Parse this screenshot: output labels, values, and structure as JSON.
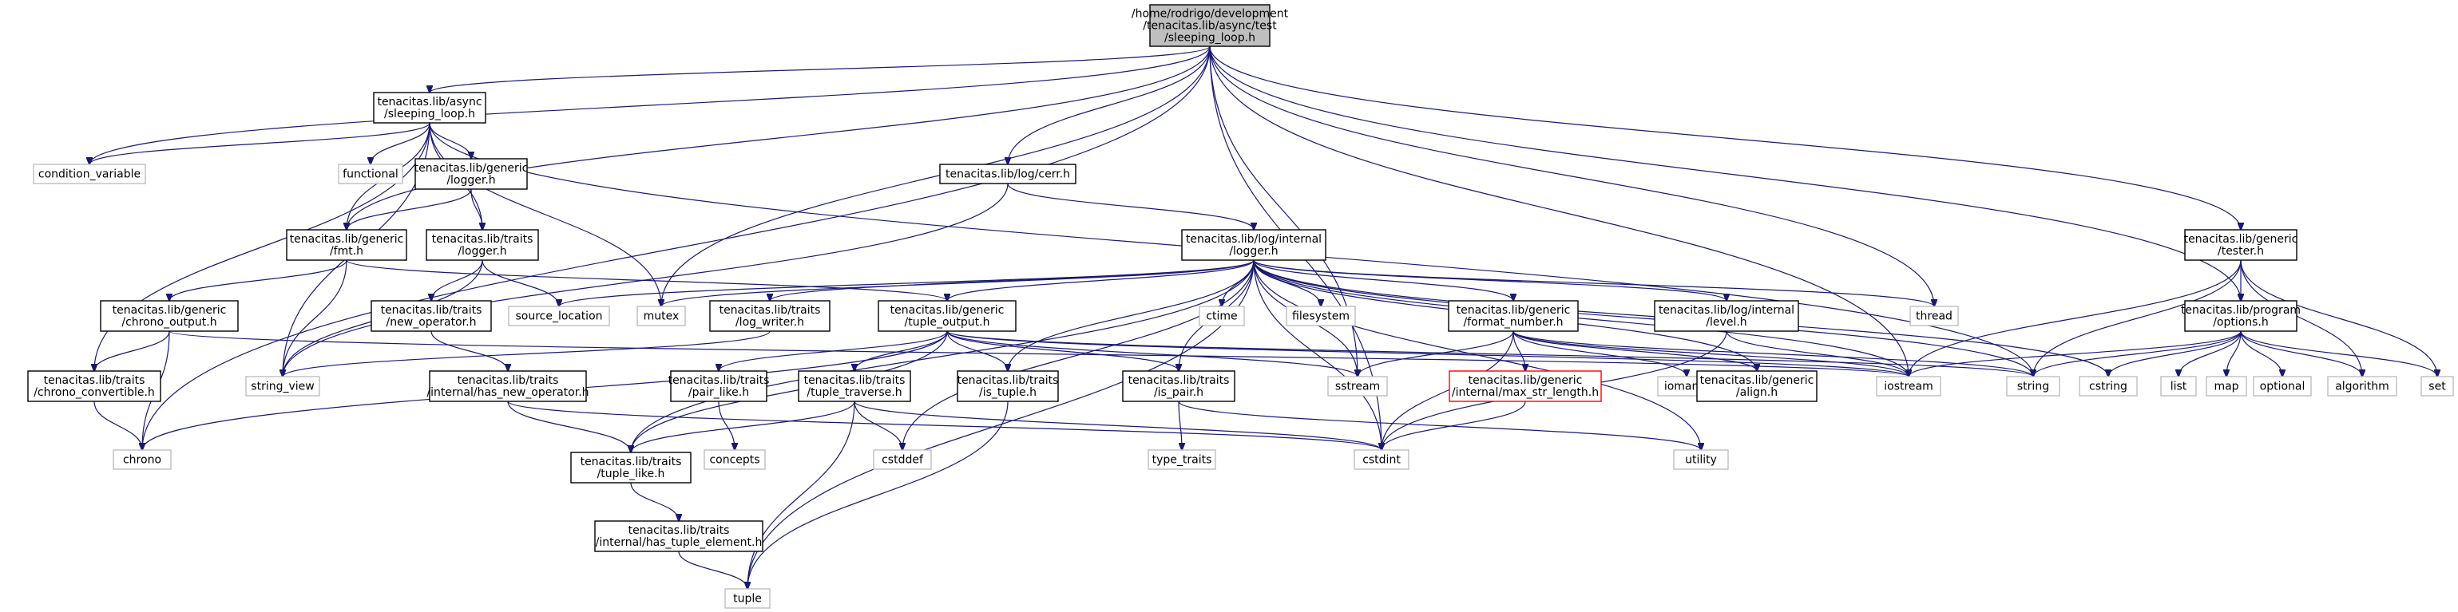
{
  "graph": {
    "colors": {
      "edge": "#191970",
      "root_fill": "#bfbfbf",
      "header_border": "#000000",
      "system_border": "#bfbfbf",
      "missing_border": "#ff0000",
      "text": "#000000"
    },
    "nodes": [
      {
        "id": "root",
        "lines": [
          "/home/rodrigo/development",
          "/tenacitas.lib/async/test",
          "/sleeping_loop.h"
        ],
        "kind": "root"
      },
      {
        "id": "async_sleeping_loop",
        "lines": [
          "tenacitas.lib/async",
          "/sleeping_loop.h"
        ],
        "kind": "header"
      },
      {
        "id": "condition_variable",
        "lines": [
          "condition_variable"
        ],
        "kind": "system"
      },
      {
        "id": "functional",
        "lines": [
          "functional"
        ],
        "kind": "system"
      },
      {
        "id": "generic_logger",
        "lines": [
          "tenacitas.lib/generic",
          "/logger.h"
        ],
        "kind": "header"
      },
      {
        "id": "log_cerr",
        "lines": [
          "tenacitas.lib/log/cerr.h"
        ],
        "kind": "header"
      },
      {
        "id": "generic_fmt",
        "lines": [
          "tenacitas.lib/generic",
          "/fmt.h"
        ],
        "kind": "header"
      },
      {
        "id": "traits_logger",
        "lines": [
          "tenacitas.lib/traits",
          "/logger.h"
        ],
        "kind": "header"
      },
      {
        "id": "log_internal_logger",
        "lines": [
          "tenacitas.lib/log/internal",
          "/logger.h"
        ],
        "kind": "header"
      },
      {
        "id": "generic_tester",
        "lines": [
          "tenacitas.lib/generic",
          "/tester.h"
        ],
        "kind": "header"
      },
      {
        "id": "generic_chrono_output",
        "lines": [
          "tenacitas.lib/generic",
          "/chrono_output.h"
        ],
        "kind": "header"
      },
      {
        "id": "traits_new_operator",
        "lines": [
          "tenacitas.lib/traits",
          "/new_operator.h"
        ],
        "kind": "header"
      },
      {
        "id": "source_location",
        "lines": [
          "source_location"
        ],
        "kind": "system"
      },
      {
        "id": "mutex",
        "lines": [
          "mutex"
        ],
        "kind": "system"
      },
      {
        "id": "traits_log_writer",
        "lines": [
          "tenacitas.lib/traits",
          "/log_writer.h"
        ],
        "kind": "header"
      },
      {
        "id": "generic_tuple_output",
        "lines": [
          "tenacitas.lib/generic",
          "/tuple_output.h"
        ],
        "kind": "header"
      },
      {
        "id": "ctime",
        "lines": [
          "ctime"
        ],
        "kind": "system"
      },
      {
        "id": "filesystem",
        "lines": [
          "filesystem"
        ],
        "kind": "system"
      },
      {
        "id": "generic_format_number",
        "lines": [
          "tenacitas.lib/generic",
          "/format_number.h"
        ],
        "kind": "header"
      },
      {
        "id": "log_internal_level",
        "lines": [
          "tenacitas.lib/log/internal",
          "/level.h"
        ],
        "kind": "header"
      },
      {
        "id": "thread",
        "lines": [
          "thread"
        ],
        "kind": "system"
      },
      {
        "id": "program_options",
        "lines": [
          "tenacitas.lib/program",
          "/options.h"
        ],
        "kind": "header"
      },
      {
        "id": "string_view",
        "lines": [
          "string_view"
        ],
        "kind": "system"
      },
      {
        "id": "traits_chrono_convertible",
        "lines": [
          "tenacitas.lib/traits",
          "/chrono_convertible.h"
        ],
        "kind": "header"
      },
      {
        "id": "traits_internal_has_new_operator",
        "lines": [
          "tenacitas.lib/traits",
          "/internal/has_new_operator.h"
        ],
        "kind": "header"
      },
      {
        "id": "traits_pair_like",
        "lines": [
          "tenacitas.lib/traits",
          "/pair_like.h"
        ],
        "kind": "header"
      },
      {
        "id": "traits_tuple_traverse",
        "lines": [
          "tenacitas.lib/traits",
          "/tuple_traverse.h"
        ],
        "kind": "header"
      },
      {
        "id": "traits_is_tuple",
        "lines": [
          "tenacitas.lib/traits",
          "/is_tuple.h"
        ],
        "kind": "header"
      },
      {
        "id": "traits_is_pair",
        "lines": [
          "tenacitas.lib/traits",
          "/is_pair.h"
        ],
        "kind": "header"
      },
      {
        "id": "sstream",
        "lines": [
          "sstream"
        ],
        "kind": "system"
      },
      {
        "id": "generic_internal_max_str_length",
        "lines": [
          "tenacitas.lib/generic",
          "/internal/max_str_length.h"
        ],
        "kind": "missing"
      },
      {
        "id": "iomanip",
        "lines": [
          "iomanip"
        ],
        "kind": "system"
      },
      {
        "id": "generic_align",
        "lines": [
          "tenacitas.lib/generic",
          "/align.h"
        ],
        "kind": "header"
      },
      {
        "id": "iostream",
        "lines": [
          "iostream"
        ],
        "kind": "system"
      },
      {
        "id": "string",
        "lines": [
          "string"
        ],
        "kind": "system"
      },
      {
        "id": "cstring",
        "lines": [
          "cstring"
        ],
        "kind": "system"
      },
      {
        "id": "list",
        "lines": [
          "list"
        ],
        "kind": "system"
      },
      {
        "id": "map",
        "lines": [
          "map"
        ],
        "kind": "system"
      },
      {
        "id": "optional",
        "lines": [
          "optional"
        ],
        "kind": "system"
      },
      {
        "id": "algorithm",
        "lines": [
          "algorithm"
        ],
        "kind": "system"
      },
      {
        "id": "set",
        "lines": [
          "set"
        ],
        "kind": "system"
      },
      {
        "id": "chrono",
        "lines": [
          "chrono"
        ],
        "kind": "system"
      },
      {
        "id": "concepts",
        "lines": [
          "concepts"
        ],
        "kind": "system"
      },
      {
        "id": "cstddef",
        "lines": [
          "cstddef"
        ],
        "kind": "system"
      },
      {
        "id": "type_traits",
        "lines": [
          "type_traits"
        ],
        "kind": "system"
      },
      {
        "id": "traits_tuple_like",
        "lines": [
          "tenacitas.lib/traits",
          "/tuple_like.h"
        ],
        "kind": "header"
      },
      {
        "id": "cstdint",
        "lines": [
          "cstdint"
        ],
        "kind": "system"
      },
      {
        "id": "utility",
        "lines": [
          "utility"
        ],
        "kind": "system"
      },
      {
        "id": "traits_internal_has_tuple_element",
        "lines": [
          "tenacitas.lib/traits",
          "/internal/has_tuple_element.h"
        ],
        "kind": "header"
      },
      {
        "id": "tuple",
        "lines": [
          "tuple"
        ],
        "kind": "system"
      }
    ],
    "edges": [
      [
        "root",
        "async_sleeping_loop"
      ],
      [
        "root",
        "condition_variable"
      ],
      [
        "root",
        "generic_fmt"
      ],
      [
        "root",
        "log_cerr"
      ],
      [
        "root",
        "mutex"
      ],
      [
        "root",
        "sstream"
      ],
      [
        "root",
        "thread"
      ],
      [
        "root",
        "iostream"
      ],
      [
        "root",
        "cstdint"
      ],
      [
        "root",
        "generic_tester"
      ],
      [
        "root",
        "program_options"
      ],
      [
        "root",
        "chrono"
      ],
      [
        "async_sleeping_loop",
        "condition_variable"
      ],
      [
        "async_sleeping_loop",
        "functional"
      ],
      [
        "async_sleeping_loop",
        "generic_logger"
      ],
      [
        "async_sleeping_loop",
        "generic_fmt"
      ],
      [
        "async_sleeping_loop",
        "traits_logger"
      ],
      [
        "async_sleeping_loop",
        "mutex"
      ],
      [
        "async_sleeping_loop",
        "string_view"
      ],
      [
        "async_sleeping_loop",
        "traits_chrono_convertible"
      ],
      [
        "async_sleeping_loop",
        "string"
      ],
      [
        "generic_logger",
        "generic_fmt"
      ],
      [
        "generic_logger",
        "traits_logger"
      ],
      [
        "generic_fmt",
        "generic_chrono_output"
      ],
      [
        "generic_fmt",
        "generic_tuple_output"
      ],
      [
        "generic_fmt",
        "string_view"
      ],
      [
        "traits_logger",
        "traits_new_operator"
      ],
      [
        "traits_logger",
        "source_location"
      ],
      [
        "traits_logger",
        "string_view"
      ],
      [
        "log_cerr",
        "log_internal_logger"
      ],
      [
        "log_cerr",
        "string_view"
      ],
      [
        "log_internal_logger",
        "source_location"
      ],
      [
        "log_internal_logger",
        "mutex"
      ],
      [
        "log_internal_logger",
        "traits_log_writer"
      ],
      [
        "log_internal_logger",
        "generic_tuple_output"
      ],
      [
        "log_internal_logger",
        "ctime"
      ],
      [
        "log_internal_logger",
        "filesystem"
      ],
      [
        "log_internal_logger",
        "generic_format_number"
      ],
      [
        "log_internal_logger",
        "log_internal_level"
      ],
      [
        "log_internal_logger",
        "thread"
      ],
      [
        "log_internal_logger",
        "traits_is_tuple"
      ],
      [
        "log_internal_logger",
        "traits_is_pair"
      ],
      [
        "log_internal_logger",
        "sstream"
      ],
      [
        "log_internal_logger",
        "cstdint"
      ],
      [
        "log_internal_logger",
        "cstddef"
      ],
      [
        "log_internal_logger",
        "iostream"
      ],
      [
        "log_internal_logger",
        "string"
      ],
      [
        "log_internal_logger",
        "cstring"
      ],
      [
        "log_internal_logger",
        "generic_align"
      ],
      [
        "log_internal_logger",
        "tuple"
      ],
      [
        "log_internal_logger",
        "traits_tuple_like"
      ],
      [
        "log_internal_logger",
        "utility"
      ],
      [
        "generic_chrono_output",
        "traits_chrono_convertible"
      ],
      [
        "generic_chrono_output",
        "chrono"
      ],
      [
        "generic_chrono_output",
        "iostream"
      ],
      [
        "traits_chrono_convertible",
        "chrono"
      ],
      [
        "traits_new_operator",
        "traits_internal_has_new_operator"
      ],
      [
        "traits_internal_has_new_operator",
        "traits_tuple_like"
      ],
      [
        "traits_internal_has_new_operator",
        "cstdint"
      ],
      [
        "traits_log_writer",
        "string_view"
      ],
      [
        "generic_tuple_output",
        "traits_pair_like"
      ],
      [
        "generic_tuple_output",
        "traits_tuple_traverse"
      ],
      [
        "generic_tuple_output",
        "traits_is_tuple"
      ],
      [
        "generic_tuple_output",
        "traits_is_pair"
      ],
      [
        "generic_tuple_output",
        "sstream"
      ],
      [
        "generic_tuple_output",
        "iostream"
      ],
      [
        "generic_tuple_output",
        "string"
      ],
      [
        "generic_tuple_output",
        "traits_tuple_like"
      ],
      [
        "generic_tuple_output",
        "chrono"
      ],
      [
        "traits_pair_like",
        "concepts"
      ],
      [
        "traits_tuple_traverse",
        "traits_tuple_like"
      ],
      [
        "traits_tuple_traverse",
        "cstddef"
      ],
      [
        "traits_tuple_traverse",
        "tuple"
      ],
      [
        "traits_tuple_traverse",
        "cstdint"
      ],
      [
        "traits_is_tuple",
        "tuple"
      ],
      [
        "traits_is_pair",
        "type_traits"
      ],
      [
        "traits_is_pair",
        "utility"
      ],
      [
        "traits_tuple_like",
        "traits_internal_has_tuple_element"
      ],
      [
        "traits_internal_has_tuple_element",
        "tuple"
      ],
      [
        "generic_format_number",
        "generic_internal_max_str_length"
      ],
      [
        "generic_format_number",
        "iomanip"
      ],
      [
        "generic_format_number",
        "sstream"
      ],
      [
        "generic_format_number",
        "cstdint"
      ],
      [
        "generic_format_number",
        "generic_align"
      ],
      [
        "generic_format_number",
        "iostream"
      ],
      [
        "generic_format_number",
        "string"
      ],
      [
        "generic_internal_max_str_length",
        "cstdint"
      ],
      [
        "log_internal_level",
        "iostream"
      ],
      [
        "log_internal_level",
        "cstdint"
      ],
      [
        "generic_tester",
        "program_options"
      ],
      [
        "generic_tester",
        "iostream"
      ],
      [
        "generic_tester",
        "string"
      ],
      [
        "generic_tester",
        "algorithm"
      ],
      [
        "generic_tester",
        "set"
      ],
      [
        "program_options",
        "iostream"
      ],
      [
        "program_options",
        "string"
      ],
      [
        "program_options",
        "cstring"
      ],
      [
        "program_options",
        "list"
      ],
      [
        "program_options",
        "map"
      ],
      [
        "program_options",
        "optional"
      ],
      [
        "program_options",
        "algorithm"
      ],
      [
        "program_options",
        "set"
      ]
    ]
  }
}
